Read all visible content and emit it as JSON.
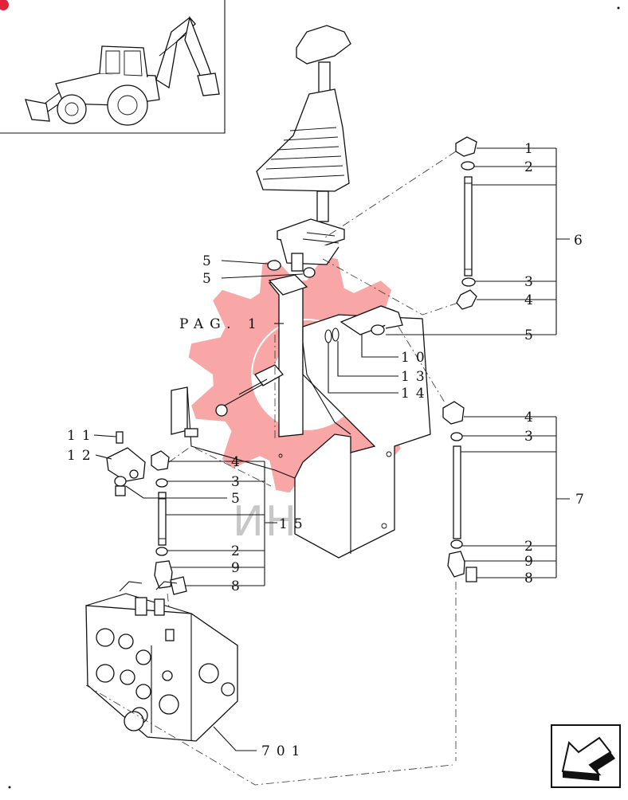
{
  "watermark": {
    "text": "ИНТЕХ",
    "gear_color": "#f03c3c"
  },
  "nav": {
    "icon": "arrow-left-icon"
  },
  "labels": {
    "l1": "1",
    "l2": "2",
    "l3": "3",
    "l4": "4",
    "l5": "5",
    "l6": "6",
    "r1_5": "5",
    "r2_5": "5",
    "pag": "PAG. 1",
    "l10": "10",
    "l13": "13",
    "l14": "14",
    "b4": "4",
    "b3": "3",
    "b7": "7",
    "b2": "2",
    "b9": "9",
    "b8": "8",
    "c11": "11",
    "c12": "12",
    "c4": "4",
    "c3": "3",
    "c5": "5",
    "c15": "15",
    "c2": "2",
    "c9": "9",
    "c8": "8",
    "c701": "701"
  }
}
